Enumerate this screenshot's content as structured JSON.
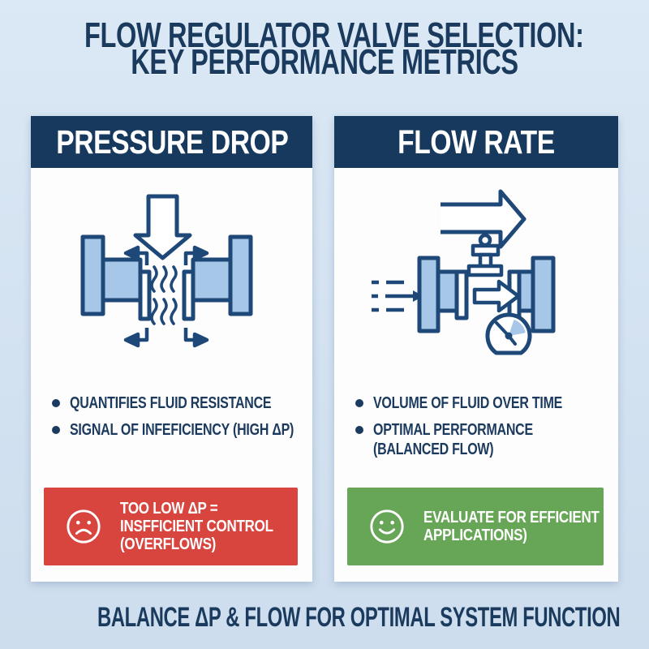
{
  "title": {
    "line1": "FLOW REGULATOR VALVE SELECTION:",
    "line2": "KEY PERFORMANCE METRICS"
  },
  "panels": {
    "left": {
      "header": "PRESSURE DROP",
      "bullets": [
        "QUANTIFIES FLUID RESISTANCE",
        "SIGNAL OF INFEFICIENCY (HIGH ΔP)"
      ],
      "callout": {
        "icon": "sad-face-icon",
        "color": "#d8443e",
        "lines": [
          "TOO LOW ΔP =",
          "INSFFICIENT CONTROL",
          "(OVERFLOWS)"
        ]
      }
    },
    "right": {
      "header": "FLOW RATE",
      "bullets": [
        "VOLUME OF FLUID OVER TIME",
        "OPTIMAL PERFORMANCE (BALANCED FLOW)"
      ],
      "callout": {
        "icon": "smiley-face-icon",
        "color": "#68a657",
        "lines": [
          "EVALUATE FOR EFFICIENT",
          "APPLICATIONS)"
        ]
      }
    }
  },
  "footer": "BALANCE ΔP & FLOW FOR OPTIMAL SYSTEM FUNCTION",
  "colors": {
    "background": "#d5e4f2",
    "panel": "#fdfdfd",
    "navy_text": "#1a3a5e",
    "header_bg": "#17395e",
    "red_callout": "#d8443e",
    "green_callout": "#68a657",
    "pipe_fill": "#a6c7e7",
    "illustration_outline": "#1d4878",
    "callout_text": "#ffffff"
  }
}
